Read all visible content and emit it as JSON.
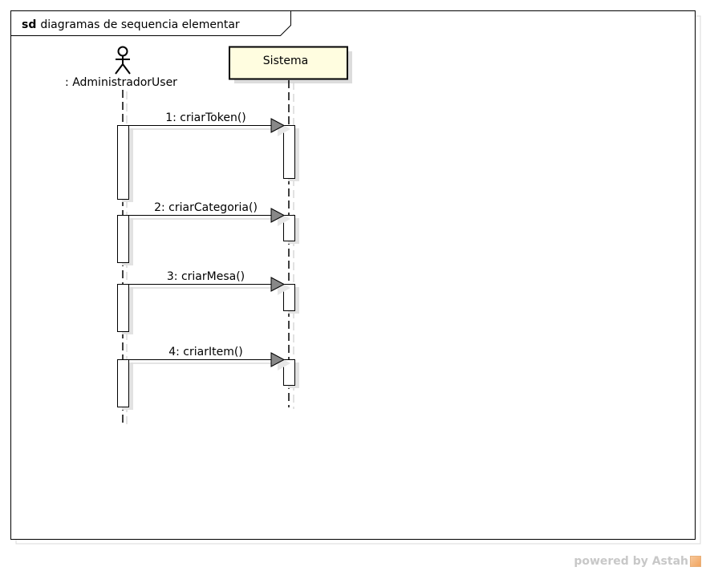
{
  "frame": {
    "keyword": "sd",
    "name": "diagramas de sequencia elementar"
  },
  "lifelines": [
    {
      "id": "admin",
      "label": ": AdministradorUser",
      "kind": "actor"
    },
    {
      "id": "sistema",
      "label": "Sistema",
      "kind": "object"
    }
  ],
  "messages": [
    {
      "label": "1: criarToken()"
    },
    {
      "label": "2: criarCategoria()"
    },
    {
      "label": "3: criarMesa()"
    },
    {
      "label": "4: criarItem()"
    }
  ],
  "watermark": {
    "text": "powered by Astah"
  },
  "colors": {
    "object_fill": "#fffde0",
    "arrow_head": "#888888",
    "shadow": "#dddddd",
    "frame_border": "#000000"
  }
}
